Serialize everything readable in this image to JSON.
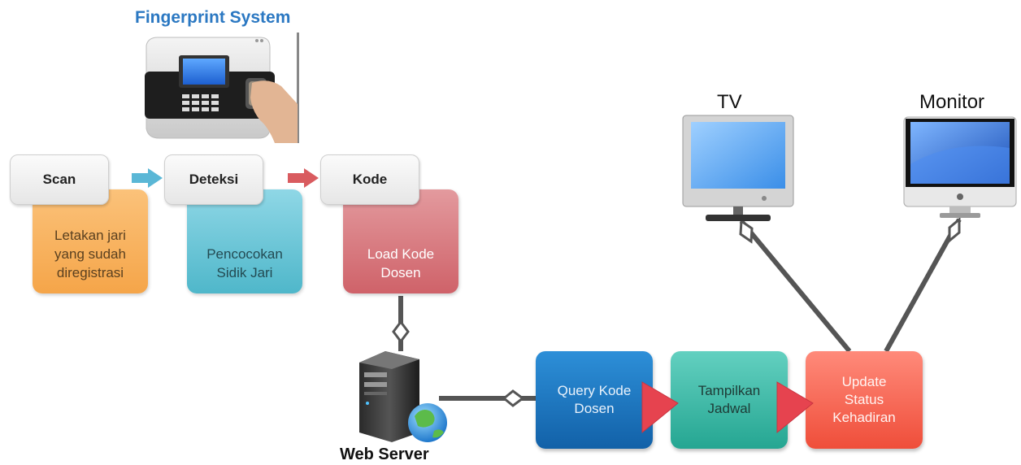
{
  "title": "Fingerprint System",
  "steps": [
    {
      "head": "Scan",
      "body": "Letakan jari\nyang sudah\ndiregistrasi"
    },
    {
      "head": "Deteksi",
      "body": "Pencocokan\nSidik Jari"
    },
    {
      "head": "Kode",
      "body": "Load Kode\nDosen"
    }
  ],
  "web_server_label": "Web Server",
  "processes": [
    {
      "label": "Query Kode\nDosen"
    },
    {
      "label": "Tampilkan\nJadwal"
    },
    {
      "label": "Update\nStatus\nKehadiran"
    }
  ],
  "outputs": {
    "tv_label": "TV",
    "monitor_label": "Monitor"
  },
  "colors": {
    "title": "#2b78c2",
    "scan_body": "#f5a549",
    "deteksi_body": "#4fb7ca",
    "kode_body": "#cf6269",
    "query": "#1261a8",
    "tampilkan": "#25a692",
    "update": "#ef4e3a",
    "arrow_blue": "#5ab7d6",
    "arrow_red": "#d95b5f",
    "connector": "#555555"
  }
}
